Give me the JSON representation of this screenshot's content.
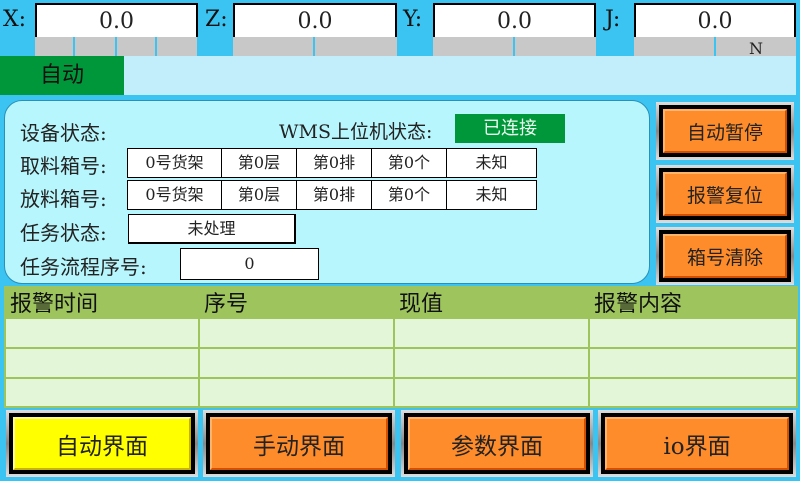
{
  "axes": [
    {
      "label": "X:",
      "value": "0.0",
      "segments": [
        "",
        "",
        "",
        ""
      ]
    },
    {
      "label": "Z:",
      "value": "0.0",
      "segments": [
        "",
        ""
      ]
    },
    {
      "label": "Y:",
      "value": "0.0",
      "segments": [
        "",
        ""
      ]
    },
    {
      "label": "J:",
      "value": "0.0",
      "segments": [
        "",
        "N"
      ]
    }
  ],
  "mode": {
    "label": "自动"
  },
  "panel": {
    "device_status_label": "设备状态:",
    "wms_status_label": "WMS上位机状态:",
    "wms_status_value": "已连接",
    "pick_label": "取料箱号:",
    "pick_cells": [
      "0号货架",
      "第0层",
      "第0排",
      "第0个",
      "未知"
    ],
    "place_label": "放料箱号:",
    "place_cells": [
      "0号货架",
      "第0层",
      "第0排",
      "第0个",
      "未知"
    ],
    "task_status_label": "任务状态:",
    "task_status_value": "未处理",
    "task_seq_label": "任务流程序号:",
    "task_seq_value": "0"
  },
  "side_buttons": {
    "auto_pause": "自动暂停",
    "alarm_reset": "报警复位",
    "box_clear": "箱号清除"
  },
  "alarm_table": {
    "columns": [
      "报警时间",
      "序号",
      "现值",
      "报警内容"
    ],
    "rows": [
      [
        "",
        "",
        "",
        ""
      ],
      [
        "",
        "",
        "",
        ""
      ],
      [
        "",
        "",
        "",
        ""
      ]
    ]
  },
  "nav": {
    "auto": "自动界面",
    "manual": "手动界面",
    "params": "参数界面",
    "io": "io界面"
  },
  "colors": {
    "background": "#3bc4f2",
    "status_green": "#00963a",
    "button_orange": "#ff8c2a",
    "active_yellow": "#ffff00",
    "table_header": "#9ec45e"
  }
}
